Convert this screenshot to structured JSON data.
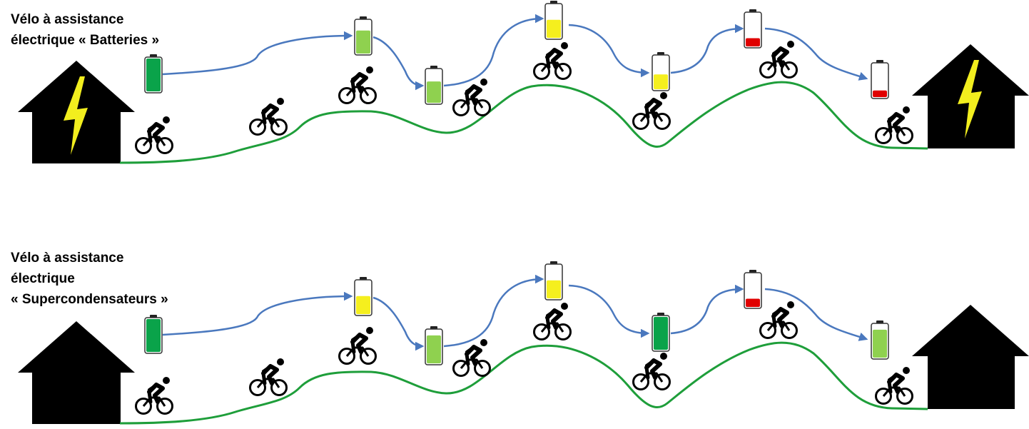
{
  "panels": [
    {
      "title_lines": [
        "Vélo à assistance",
        "électrique « Batteries »"
      ],
      "houses_have_lightning": true,
      "batteries": [
        {
          "level": 1.0,
          "color": "#0aa34a"
        },
        {
          "level": 0.7,
          "color": "#8fd14f"
        },
        {
          "level": 0.65,
          "color": "#8fd14f"
        },
        {
          "level": 0.55,
          "color": "#f5ef1e"
        },
        {
          "level": 0.45,
          "color": "#f5ef1e"
        },
        {
          "level": 0.25,
          "color": "#e00000"
        },
        {
          "level": 0.2,
          "color": "#e00000"
        }
      ]
    },
    {
      "title_lines": [
        "Vélo à assistance",
        "électrique",
        "« Supercondensateurs »"
      ],
      "houses_have_lightning": false,
      "batteries": [
        {
          "level": 1.0,
          "color": "#0aa34a"
        },
        {
          "level": 0.55,
          "color": "#f5ef1e"
        },
        {
          "level": 0.85,
          "color": "#8fd14f"
        },
        {
          "level": 0.55,
          "color": "#f5ef1e"
        },
        {
          "level": 1.0,
          "color": "#0aa34a"
        },
        {
          "level": 0.25,
          "color": "#e00000"
        },
        {
          "level": 0.85,
          "color": "#8fd14f"
        }
      ]
    }
  ],
  "colors": {
    "terrain": "#1e9e3a",
    "flow_arrow": "#4a78be",
    "house": "#000000",
    "lightning": "#f2ee1e"
  },
  "icons": {
    "house": "house-icon",
    "lightning": "lightning-bolt-icon",
    "cyclist": "cyclist-icon",
    "battery": "battery-icon"
  }
}
